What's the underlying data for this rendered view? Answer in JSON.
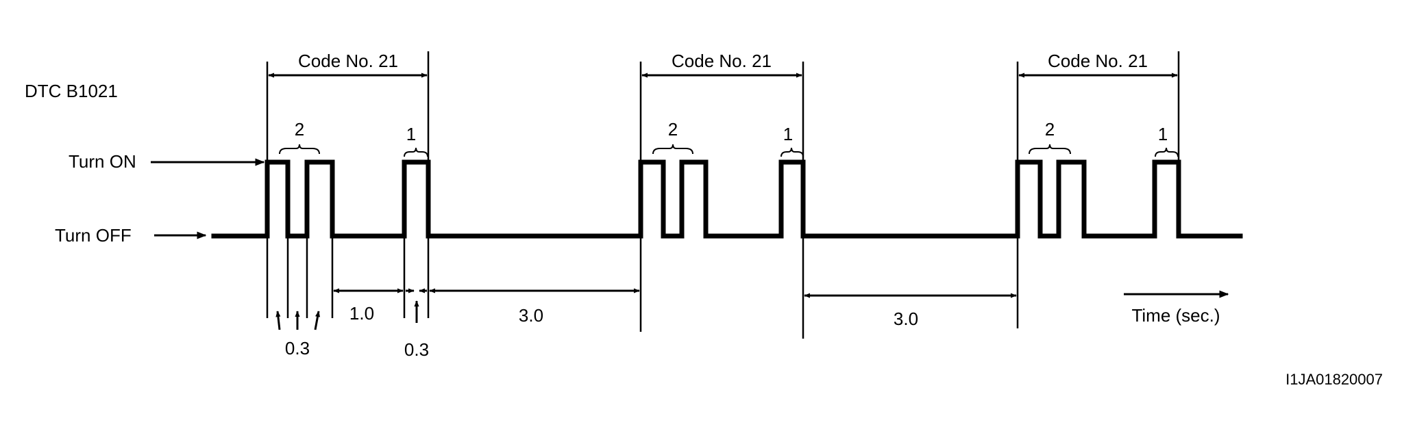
{
  "dtc_label": "DTC B1021",
  "levels": {
    "on": "Turn ON",
    "off": "Turn OFF"
  },
  "code_label": "Code No. 21",
  "digit_tens": "2",
  "digit_ones": "1",
  "timing": {
    "pulse": "0.3",
    "digit_gap": "1.0",
    "repeat_gap": "3.0"
  },
  "time_axis_label": "Time (sec.)",
  "figure_id": "I1JA01820007"
}
